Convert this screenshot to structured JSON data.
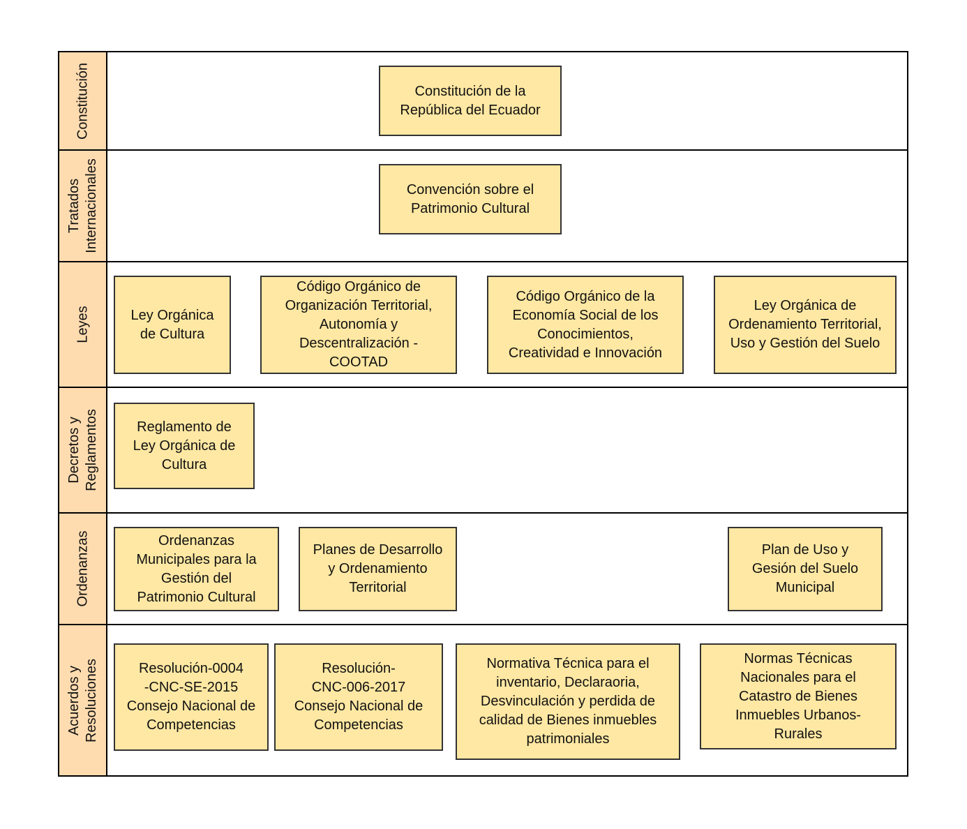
{
  "lanes": [
    {
      "title": "Constitución",
      "boxes": [
        "Constitución de la\nRepública del Ecuador"
      ]
    },
    {
      "title": "Tratados\nInternacionales",
      "boxes": [
        "Convención sobre el\nPatrimonio Cultural"
      ]
    },
    {
      "title": "Leyes",
      "boxes": [
        "Ley Orgánica\nde Cultura",
        "Código Orgánico de\nOrganización Territorial,\nAutonomía y\nDescentralización -\nCOOTAD",
        "Código Orgánico de la\nEconomía Social de los\nConocimientos,\nCreatividad e Innovación",
        "Ley Orgánica de\nOrdenamiento Territorial,\nUso y Gestión del Suelo"
      ]
    },
    {
      "title": "Decretos y\nReglamentos",
      "boxes": [
        "Reglamento de\nLey Orgánica de\nCultura"
      ]
    },
    {
      "title": "Ordenanzas",
      "boxes": [
        "Ordenanzas\nMunicipales para la\nGestión del\nPatrimonio Cultural",
        "Planes de Desarrollo\ny Ordenamiento\nTerritorial",
        "Plan de Uso y\nGesión del Suelo\nMunicipal"
      ]
    },
    {
      "title": "Acuerdos y\nResoluciones",
      "boxes": [
        "Resolución-0004\n-CNC-SE-2015\nConsejo Nacional de\nCompetencias",
        "Resolución-\nCNC-006-2017\nConsejo Nacional de\nCompetencias",
        "Normativa Técnica para el\ninventario, Declaraoria,\nDesvinculación y perdida de\ncalidad de Bienes inmuebles\npatrimoniales",
        "Normas Técnicas\nNacionales para el\nCatastro de Bienes\nInmuebles Urbanos-\nRurales"
      ]
    }
  ],
  "colors": {
    "lane_header_fill": "#ffdcb0",
    "box_fill": "#ffe8a3",
    "border": "#000000"
  }
}
